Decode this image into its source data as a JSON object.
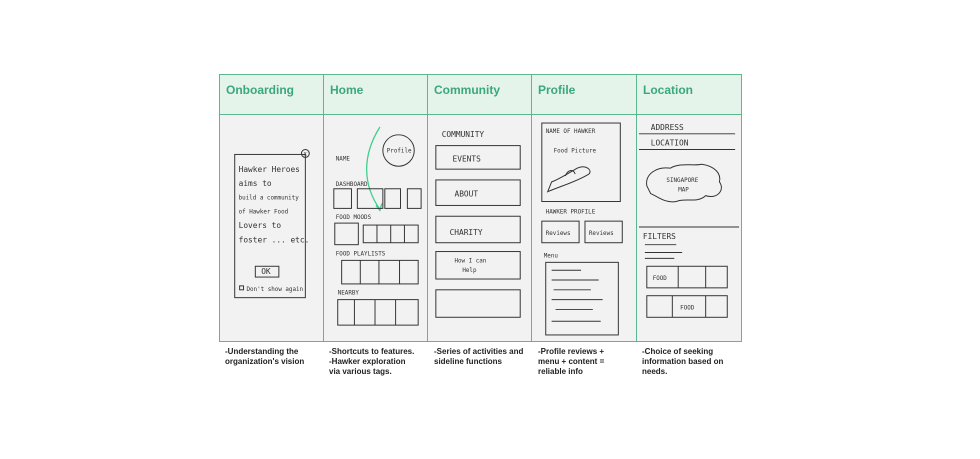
{
  "columns": [
    {
      "title": "Onboarding",
      "caption": [
        "-Understanding the",
        "organization's vision"
      ]
    },
    {
      "title": "Home",
      "caption": [
        "-Shortcuts to features.",
        "-Hawker exploration",
        "via various tags."
      ]
    },
    {
      "title": "Community",
      "caption": [
        "-Series of activities and",
        "sideline functions"
      ]
    },
    {
      "title": "Profile",
      "caption": [
        "-Profile reviews +",
        "menu + content =",
        "reliable info"
      ]
    },
    {
      "title": "Location",
      "caption": [
        "-Choice of seeking",
        "information based on",
        "needs."
      ]
    }
  ],
  "sketch_text": {
    "onboarding": {
      "message": [
        "Hawker Heroes",
        "aims to",
        "build a community",
        "of Hawker Food",
        "Lovers to",
        "foster ... etc."
      ],
      "ok": "OK",
      "dont_show": "Don't show again",
      "close": "x"
    },
    "home": {
      "profile": "Profile",
      "name": "NAME",
      "dashboard": "DASHBOARD",
      "food_moods": "FOOD MOODS",
      "food_playlists": "FOOD PLAYLISTS",
      "nearby": "NEARBY"
    },
    "community": {
      "heading": "COMMUNITY",
      "events": "EVENTS",
      "about": "ABOUT",
      "charity": "CHARITY",
      "help": [
        "How I can",
        "Help"
      ]
    },
    "profile": {
      "name_of_hawker": "NAME OF HAWKER",
      "food_picture": "Food Picture",
      "hawker_profile": "HAWKER PROFILE",
      "reviews_1": "Reviews",
      "reviews_2": "Reviews",
      "menu": "Menu"
    },
    "location": {
      "address": "ADDRESS",
      "location": "LOCATION",
      "map_line1": "SINGAPORE",
      "map_line2": "MAP",
      "filters": "FILTERS",
      "food_1": "FOOD",
      "food_2": "FOOD"
    }
  },
  "colors": {
    "accent": "#3aa87a",
    "border": "#5cb88f",
    "header_bg": "#e4f4ea",
    "arrow": "#3ccf8e"
  }
}
